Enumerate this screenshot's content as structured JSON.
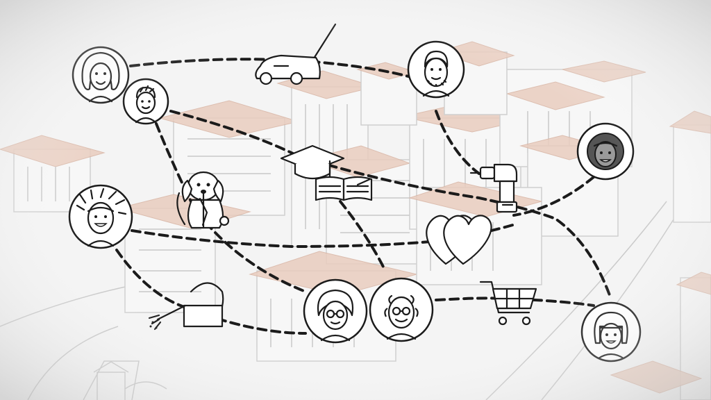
{
  "colors": {
    "background": "#f4f4f4",
    "roof": "#e9cdbf",
    "ink": "#1b1b1b",
    "faint_building": "#cfcfcf"
  },
  "people": [
    {
      "name": "woman-long-hair",
      "icon": "woman-avatar-icon"
    },
    {
      "name": "boy",
      "icon": "boy-avatar-icon"
    },
    {
      "name": "bearded-man",
      "icon": "bearded-man-avatar-icon"
    },
    {
      "name": "curly-hair-woman",
      "icon": "curly-woman-avatar-icon"
    },
    {
      "name": "spiky-hair-teen",
      "icon": "teen-avatar-icon"
    },
    {
      "name": "grandmother",
      "icon": "grandmother-avatar-icon"
    },
    {
      "name": "grandfather",
      "icon": "grandfather-avatar-icon"
    },
    {
      "name": "bob-hair-girl",
      "icon": "girl-avatar-icon"
    }
  ],
  "services": [
    {
      "name": "lawn-mower",
      "icon": "lawn-mower-icon"
    },
    {
      "name": "education",
      "icon": "graduation-book-icon"
    },
    {
      "name": "dog-walking",
      "icon": "dog-icon"
    },
    {
      "name": "power-drill",
      "icon": "drill-icon"
    },
    {
      "name": "love",
      "icon": "hearts-icon"
    },
    {
      "name": "watering-can",
      "icon": "watering-can-icon"
    },
    {
      "name": "shopping-cart",
      "icon": "shopping-cart-icon"
    }
  ]
}
